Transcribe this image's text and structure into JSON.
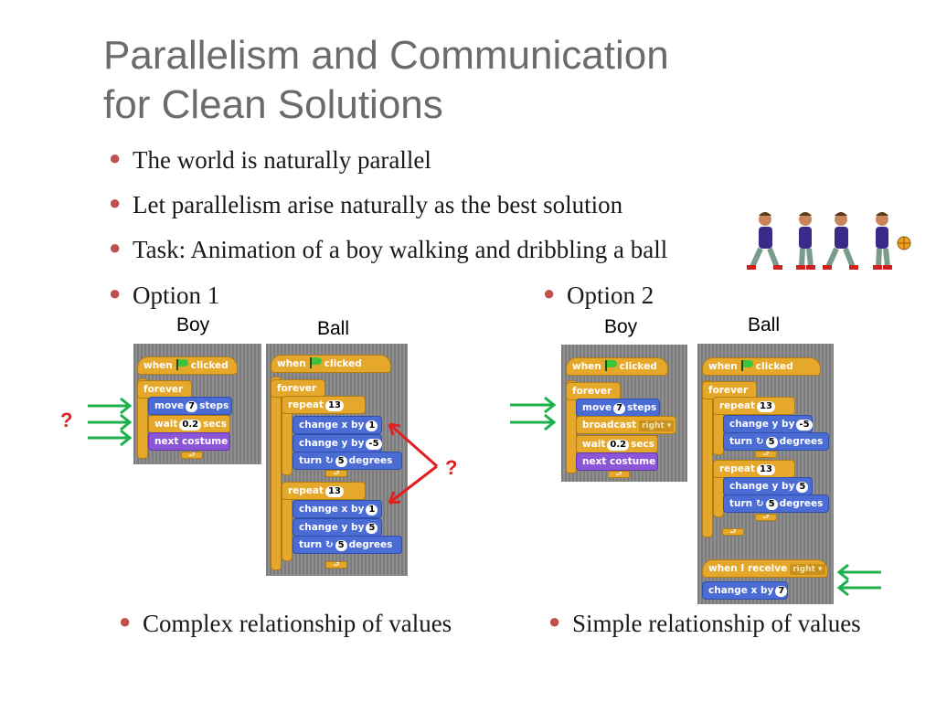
{
  "title": {
    "line1": "Parallelism and Communication",
    "line2": "for Clean Solutions"
  },
  "bullets": [
    "The world is naturally parallel",
    "Let parallelism arise naturally as the best solution",
    "Task: Animation of a boy walking and dribbling a ball"
  ],
  "option1": {
    "label": "Option 1",
    "boy_label": "Boy",
    "ball_label": "Ball",
    "question": "?",
    "summary": "Complex relationship of values"
  },
  "option2": {
    "label": "Option 2",
    "boy_label": "Boy",
    "ball_label": "Ball",
    "summary": "Simple relationship of values"
  },
  "blocks": {
    "when": "when",
    "clicked": "clicked",
    "forever": "forever",
    "move": "move",
    "steps": "steps",
    "move_val": "7",
    "wait": "wait",
    "secs": "secs",
    "wait_val": "0.2",
    "next_costume": "next costume",
    "repeat": "repeat",
    "repeat_val": "13",
    "change_x_by": "change x by",
    "change_y_by": "change y by",
    "turn": "turn",
    "degrees": "degrees",
    "turn_val": "5",
    "one": "1",
    "minus5": "-5",
    "five": "5",
    "seven": "7",
    "broadcast": "broadcast",
    "message": "right",
    "when_i_receive": "when I receive"
  },
  "colors": {
    "control": "#e6a82a",
    "motion": "#4a6cd4",
    "looks": "#8a55d7",
    "bullet": "#c0504d",
    "green_arrow": "#1db14b",
    "red_arrow": "#e02020"
  },
  "icons": [
    "green-flag-icon",
    "turn-right-icon",
    "boy-walking-sprite",
    "basketball-icon"
  ]
}
